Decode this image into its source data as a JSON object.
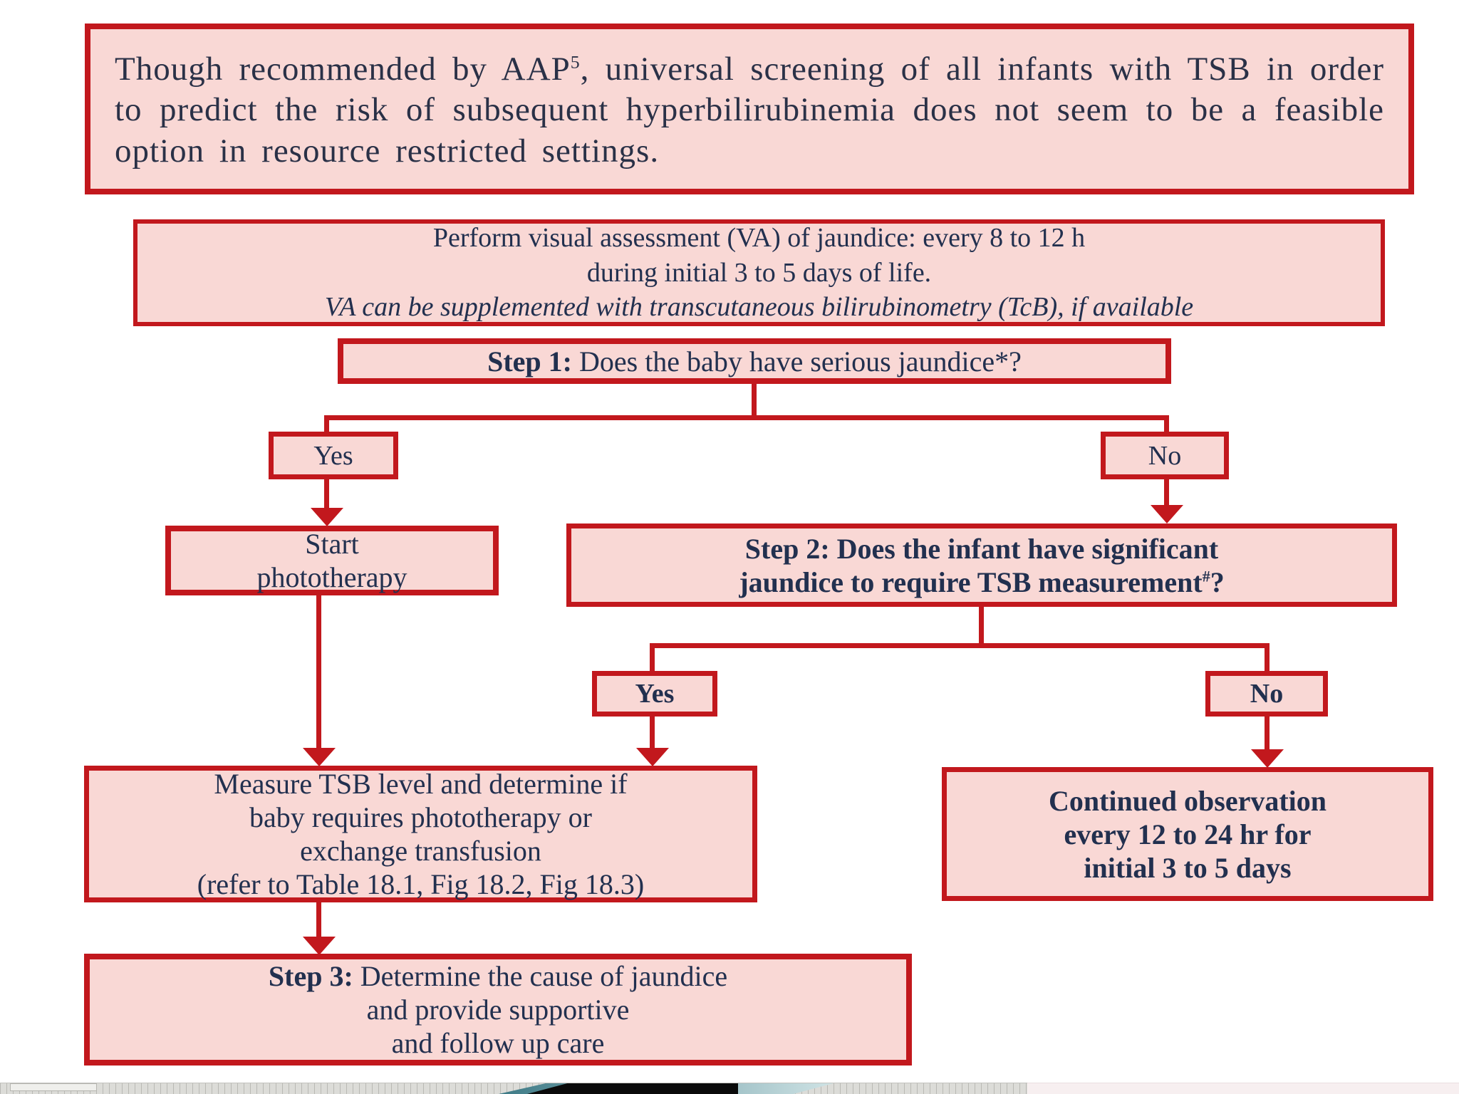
{
  "colors": {
    "border_red": "#c2181d",
    "fill_pink": "#f9d8d5",
    "text_navy": "#22304f",
    "intro_text": "#2a3147"
  },
  "intro_note": {
    "part1": "Though recommended by AAP",
    "sup": "5",
    "part2": ", universal screening of all infants with TSB in order to predict the risk of subsequent hyperbilirubinemia does not seem to be a feasible option in resource restricted settings."
  },
  "assessment_box": {
    "line1": "Perform visual assessment (VA) of jaundice: every 8 to 12 h",
    "line2": "during initial 3 to 5 days of life.",
    "note": "VA can be supplemented with transcutaneous bilirubinometry (TcB), if available"
  },
  "step1": {
    "label": "Step 1:",
    "question": " Does the baby have serious jaundice*?",
    "yes": "Yes",
    "no": "No"
  },
  "start_phototherapy": {
    "line1": "Start",
    "line2": "phototherapy"
  },
  "step2": {
    "label": "Step 2:",
    "line1_rest": " Does the infant have significant",
    "line2": "jaundice to require TSB measurement",
    "sup": "#",
    "line2_end": "?",
    "yes": "Yes",
    "no": "No"
  },
  "measure_tsb": {
    "line1": "Measure TSB level and determine if",
    "line2": "baby requires phototherapy or",
    "line3": "exchange transfusion",
    "line4": "(refer to Table 18.1, Fig 18.2, Fig 18.3)"
  },
  "continued_observation": {
    "line1": "Continued observation",
    "line2": "every 12 to 24 hr for",
    "line3": "initial 3 to 5 days"
  },
  "step3": {
    "label": "Step 3:",
    "line1_rest": " Determine the cause of jaundice",
    "line2": "and provide supportive",
    "line3": "and follow up care"
  }
}
